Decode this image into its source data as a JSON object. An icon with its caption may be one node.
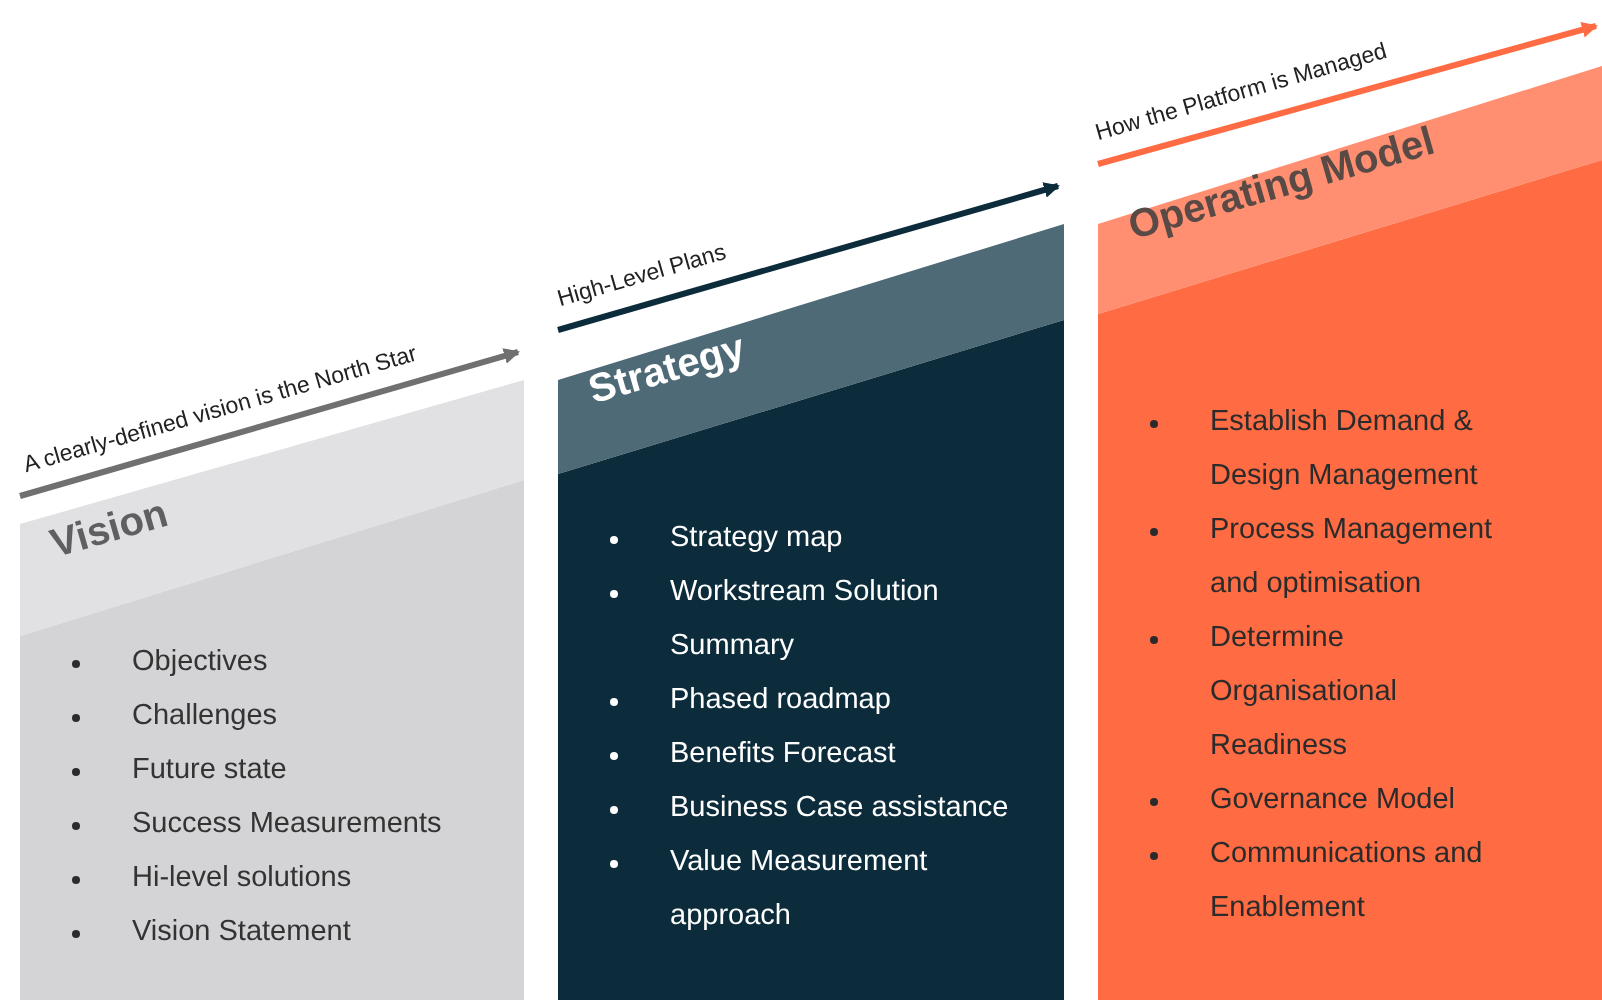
{
  "diagram": {
    "nodes": [
      {
        "text": [
          "Vision",
          "Objectives",
          "Challenges",
          "Future state",
          "Success Measurements",
          "Hi-level solutions",
          "Vision Statement"
        ]
      },
      {
        "text": [
          "Strategy",
          "Strategy map",
          "Workstream Solution Summary",
          "Phased roadmap",
          "Benefits Forecast",
          "Business Case assistance",
          "Value Measurement approach"
        ]
      },
      {
        "text": [
          "Operating Model",
          "Establish Demand & Design Management",
          "Process Management and optimisation",
          "Determine Organisational Readiness",
          "Governance Model",
          "Communications and Enablement"
        ]
      }
    ],
    "labels": [
      "A clearly-defined vision is the North Star",
      "High-Level Plans",
      "How the Platform is Managed"
    ]
  }
}
